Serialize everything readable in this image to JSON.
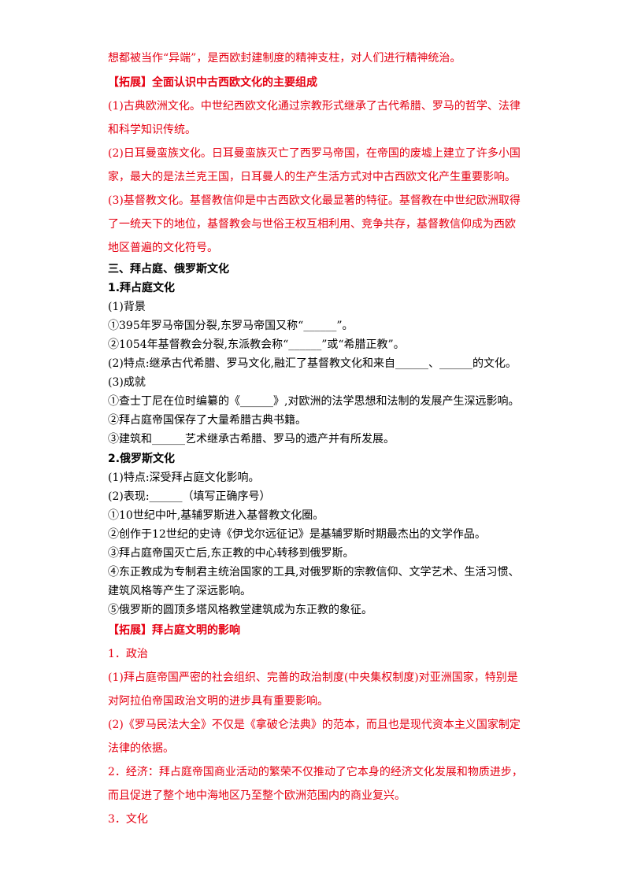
{
  "intro": {
    "continuation": "想都被当作“异端”，是西欧封建制度的精神支柱，对人们进行精神统治。"
  },
  "ext1": {
    "heading": "【拓展】全面认识中古西欧文化的主要组成",
    "p1a": "(1)古典欧洲文化。中世纪西欧文化通过宗教形式继承了古代希腊、罗马的哲学、法律",
    "p1b": "和科学知识传统。",
    "p2a": "(2)日耳曼蛮族文化。日耳曼蛮族灭亡了西罗马帝国，在帝国的废墟上建立了许多小国",
    "p2b": "家，最大的是法兰克王国，日耳曼人的生产生活方式对中古西欧文化产生重要影响。",
    "p3a": "(3)基督教文化。基督教信仰是中古西欧文化最显著的特征。基督教在中世纪欧洲取得",
    "p3b": "了一统天下的地位，基督教会与世俗王权互相利用、竞争共存，基督教信仰成为西欧",
    "p3c": "地区普遍的文化符号。"
  },
  "section3": {
    "heading": "三、拜占庭、俄罗斯文化",
    "sub1": {
      "heading": "1.拜占庭文化",
      "bg_label": "(1)背景",
      "item1": "①395年罗马帝国分裂,东罗马帝国又称“______”。",
      "item2": "②1054年基督教会分裂,东派教会称“______”或“希腊正教”。",
      "feature": "(2)特点:继承古代希腊、罗马文化,融汇了基督教文化和来自______、______的文化。",
      "ach_label": "(3)成就",
      "ach1": "①查士丁尼在位时编纂的《______》,对欧洲的法学思想和法制的发展产生深远影响。",
      "ach2": "②拜占庭帝国保存了大量希腊古典书籍。",
      "ach3": "③建筑和______艺术继承古希腊、罗马的遗产并有所发展。"
    },
    "sub2": {
      "heading": "2.俄罗斯文化",
      "feature": "(1)特点:深受拜占庭文化影响。",
      "perf": "(2)表现:______（填写正确序号）",
      "i1": "①10世纪中叶,基辅罗斯进入基督教文化圈。",
      "i2": "②创作于12世纪的史诗《伊戈尔远征记》是基辅罗斯时期最杰出的文学作品。",
      "i3": "③拜占庭帝国灭亡后,东正教的中心转移到俄罗斯。",
      "i4a": "④东正教成为专制君主统治国家的工具,对俄罗斯的宗教信仰、文学艺术、生活习惯、",
      "i4b": "建筑风格等产生了深远影响。",
      "i5": "⑤俄罗斯的圆顶多塔风格教堂建筑成为东正教的象征。"
    }
  },
  "ext2": {
    "heading": "【拓展】拜占庭文明的影响",
    "politics": "1．政治",
    "p1a": "(1)拜占庭帝国严密的社会组织、完善的政治制度(中央集权制度)对亚洲国家，特别是",
    "p1b": "对阿拉伯帝国政治文明的进步具有重要影响。",
    "p2a": "(2)《罗马民法大全》不仅是《拿破仑法典》的范本，而且也是现代资本主义国家制定",
    "p2b": "法律的依据。",
    "econ_a": "2．经济：拜占庭帝国商业活动的繁荣不仅推动了它本身的经济文化发展和物质进步，",
    "econ_b": "而且促进了整个地中海地区乃至整个欧洲范围内的商业复兴。",
    "culture": "3．文化"
  }
}
